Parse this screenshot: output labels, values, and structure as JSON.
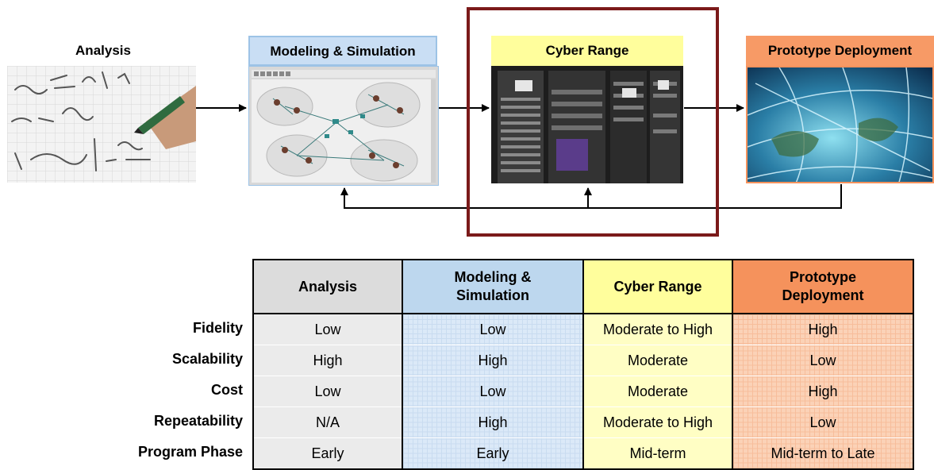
{
  "stages": [
    {
      "title": "Analysis"
    },
    {
      "title": "Modeling & Simulation"
    },
    {
      "title": "Cyber Range"
    },
    {
      "title": "Prototype Deployment"
    }
  ],
  "table": {
    "columns": [
      "Analysis",
      "Modeling & Simulation",
      "Cyber Range",
      "Prototype Deployment"
    ],
    "rows": [
      {
        "label": "Fidelity",
        "values": [
          "Low",
          "Low",
          "Moderate to High",
          "High"
        ]
      },
      {
        "label": "Scalability",
        "values": [
          "High",
          "High",
          "Moderate",
          "Low"
        ]
      },
      {
        "label": "Cost",
        "values": [
          "Low",
          "Low",
          "Moderate",
          "High"
        ]
      },
      {
        "label": "Repeatability",
        "values": [
          "N/A",
          "High",
          "Moderate to High",
          "Low"
        ]
      },
      {
        "label": "Program Phase",
        "values": [
          "Early",
          "Early",
          "Mid-term",
          "Mid-term to Late"
        ]
      }
    ]
  },
  "colors": {
    "highlight_frame": "#7b1a1a",
    "modeling": "#bdd7ee",
    "cyber_range": "#fffe9c",
    "prototype": "#f5925c",
    "analysis": "#dcdcdc"
  },
  "icons": [
    "math-notes-photo",
    "network-simulation-screenshot",
    "server-rack-photo",
    "globe-network-photo"
  ]
}
